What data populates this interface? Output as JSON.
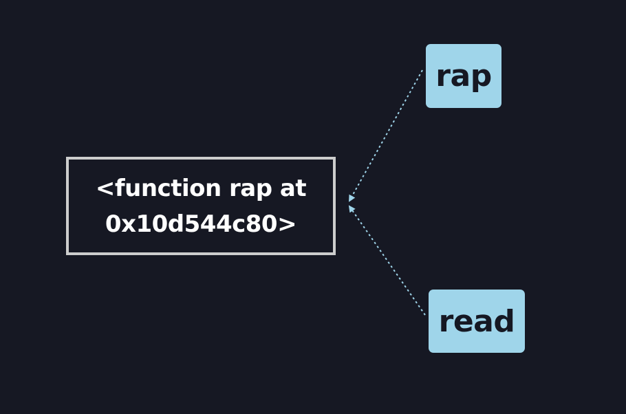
{
  "diagram": {
    "object": {
      "text": "<function rap at 0x10d544c80>"
    },
    "names": [
      {
        "label": "rap"
      },
      {
        "label": "read"
      }
    ],
    "colors": {
      "background": "#161823",
      "object_border": "#cdcdcd",
      "object_text": "#ffffff",
      "name_fill": "#9fd5ea",
      "name_text": "#161823",
      "arrow": "#9fd5ea"
    }
  }
}
